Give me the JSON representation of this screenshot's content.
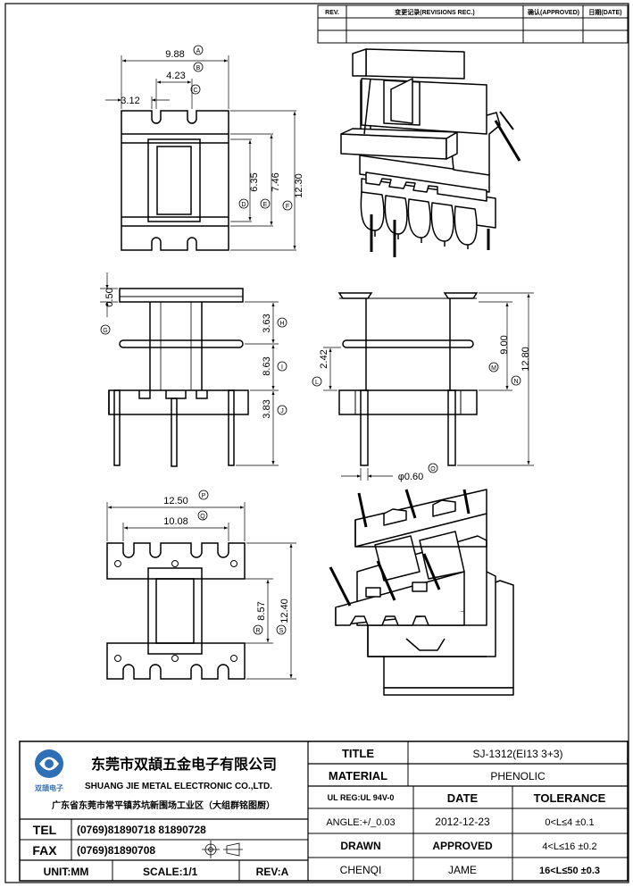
{
  "revision_table": {
    "headers": [
      "REV.",
      "变更记录(REVISIONS REC.)",
      "确认(APPROVED)",
      "日期(DATE)"
    ]
  },
  "top_view": {
    "dims": {
      "A": {
        "label": "A",
        "value": "9.88"
      },
      "B": {
        "label": "B",
        "value": "4.23"
      },
      "C": {
        "label": "C",
        "value": "3.12"
      },
      "D": {
        "label": "D",
        "value": "6.35"
      },
      "E": {
        "label": "E",
        "value": "7.46"
      },
      "F": {
        "label": "F",
        "value": "12.30"
      }
    }
  },
  "front_view": {
    "dims": {
      "G": {
        "label": "G",
        "value": "0.50"
      },
      "H": {
        "label": "H",
        "value": "3.63"
      },
      "I": {
        "label": "I",
        "value": "8.63"
      },
      "J": {
        "label": "J",
        "value": "3.83"
      }
    }
  },
  "side_view": {
    "dims": {
      "L": {
        "label": "L",
        "value": "2.42"
      },
      "M": {
        "label": "M",
        "value": "9.00"
      },
      "N": {
        "label": "N",
        "value": "12.80"
      },
      "O": {
        "label": "O",
        "value": "φ0.60"
      }
    }
  },
  "bottom_view": {
    "dims": {
      "P": {
        "label": "P",
        "value": "12.50"
      },
      "Q": {
        "label": "Q",
        "value": "10.08"
      },
      "R": {
        "label": "R",
        "value": "8.57"
      },
      "S": {
        "label": "S",
        "value": "12.40"
      }
    }
  },
  "title_block": {
    "company_cn": "东莞市双頡五金电子有限公司",
    "company_en": "SHUANG JIE METAL ELECTRONIC CO.,LTD.",
    "address": "广东省东莞市常平镇苏坑新围场工业区（大组群铭图厨）",
    "logo_text": "双頡电子",
    "tel_label": "TEL",
    "tel_value": "(0769)81890718  81890728",
    "fax_label": "FAX",
    "fax_value": "(0769)81890708",
    "unit": "UNIT:MM",
    "scale": "SCALE:1/1",
    "rev": "REV:A",
    "title_label": "TITLE",
    "title_value": "SJ-1312(EI13  3+3)",
    "material_label": "MATERIAL",
    "material_value": "PHENOLIC",
    "ul_label": "UL REG:UL 94V-0",
    "date_label": "DATE",
    "tolerance_label": "TOLERANCE",
    "angle": "ANGLE:+/_0.03",
    "date_value": "2012-12-23",
    "tol_1": "0<L≤4   ±0.1",
    "drawn_label": "DRAWN",
    "approved_label": "APPROVED",
    "tol_2": "4<L≤16  ±0.2",
    "drawn_value": "CHENQI",
    "approved_value": "JAME",
    "tol_3": "16<L≤50  ±0.3"
  }
}
